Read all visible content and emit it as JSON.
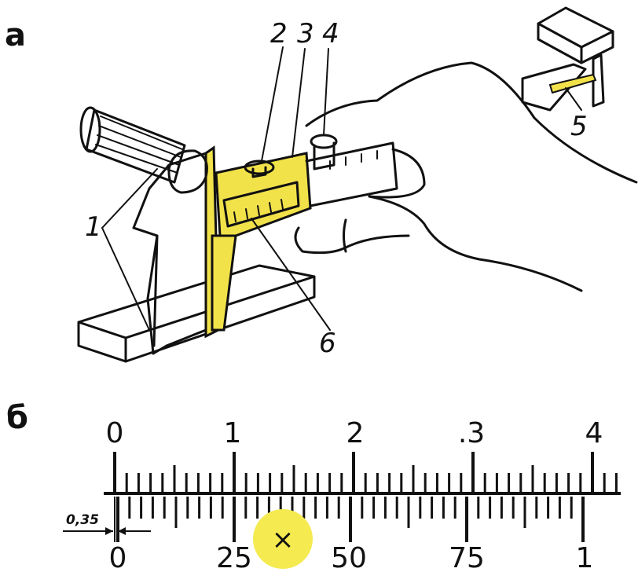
{
  "colors": {
    "highlight": "#f2e24a",
    "ink": "#111111",
    "background": "#ffffff",
    "marker": "#f5ea4f"
  },
  "panel_a": {
    "letter": "а",
    "callouts": [
      "1",
      "2",
      "3",
      "4",
      "5",
      "6"
    ]
  },
  "panel_b": {
    "letter": "б",
    "main_scale_numbers": [
      "0",
      "1",
      "2",
      ".3",
      "4"
    ],
    "vernier_scale_numbers": [
      "0",
      "25",
      "50",
      "75",
      "1"
    ],
    "offset_note": "0,35",
    "marker_icon": "close-icon",
    "marker_symbol": "×"
  }
}
